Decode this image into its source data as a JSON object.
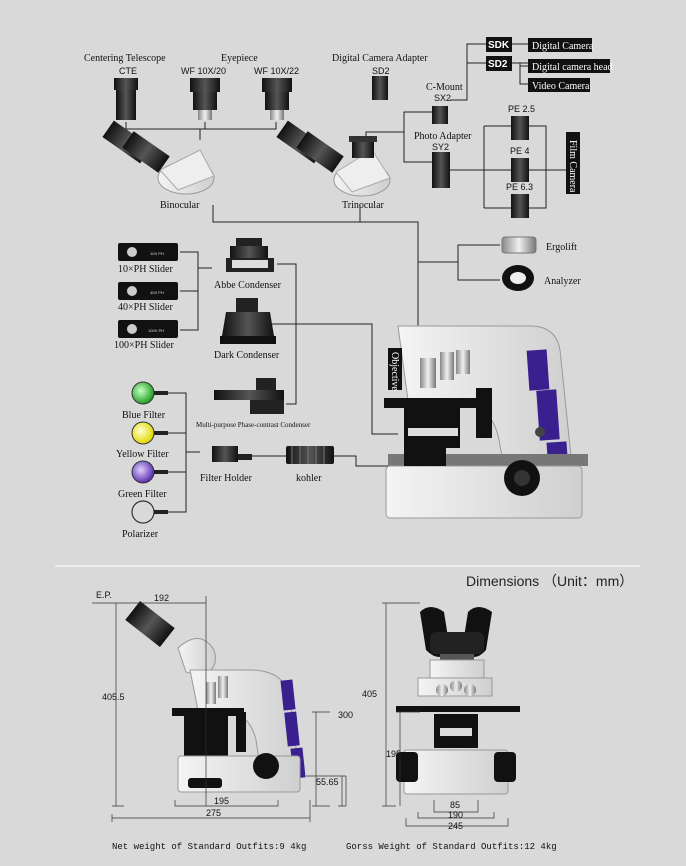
{
  "top": {
    "centering_telescope": "Centering Telescope",
    "cte": "CTE",
    "eyepiece": "Eyepiece",
    "wf20": "WF 10X/20",
    "wf22": "WF 10X/22",
    "binocular": "Binocular",
    "trinocular": "Trinocular",
    "dca": "Digital Camera Adapter",
    "sd2": "SD2",
    "sdk": "SDK",
    "sd2_box": "SD2",
    "digital_camera": "Digital Camera",
    "digital_camera_head": "Digital camera head",
    "video_camera": "Video Camera",
    "cmount": "C-Mount",
    "sx2": "SX2",
    "photo_adapter": "Photo Adapter",
    "sy2": "SY2",
    "pe25": "PE 2.5",
    "pe4": "PE 4",
    "pe63": "PE 6.3",
    "film_camera": "Film Camera"
  },
  "middle": {
    "ph10": "10×PH Slider",
    "ph40": "40×PH Slider",
    "ph100": "100×PH Slider",
    "abbe": "Abbe Condenser",
    "dark": "Dark Condenser",
    "mppc": "Multi-purpose Phase-contrast Condenser",
    "blue": "Blue Filter",
    "yellow": "Yellow Filter",
    "green": "Green Filter",
    "polarizer": "Polarizer",
    "filter_holder": "Filter Holder",
    "kohler": "kohler",
    "ergolift": "Ergolift",
    "analyzer": "Analyzer",
    "objective": "Objective",
    "slider10": "10X PH",
    "slider40": "40X PH",
    "slider100": "100X PH"
  },
  "dimensions": {
    "title": "Dimensions （Unit：mm）",
    "ep": "E.P.",
    "d192": "192",
    "d4055": "405.5",
    "d300": "300",
    "d5565": "55.65",
    "d195a": "195",
    "d275": "275",
    "d405": "405",
    "d195b": "195",
    "d85": "85",
    "d190": "190",
    "d245": "245",
    "net": "Net weight of Standard Outfits:9 4kg",
    "gross": "Gorss Weight of Standard Outfits:12 4kg"
  },
  "colors": {
    "background": "#d9d9d9",
    "accent_purple": "#3a1f8f",
    "blue_filter": "#4cc44c",
    "yellow_filter": "#f2f21a",
    "green_filter": "#7a55c8"
  }
}
